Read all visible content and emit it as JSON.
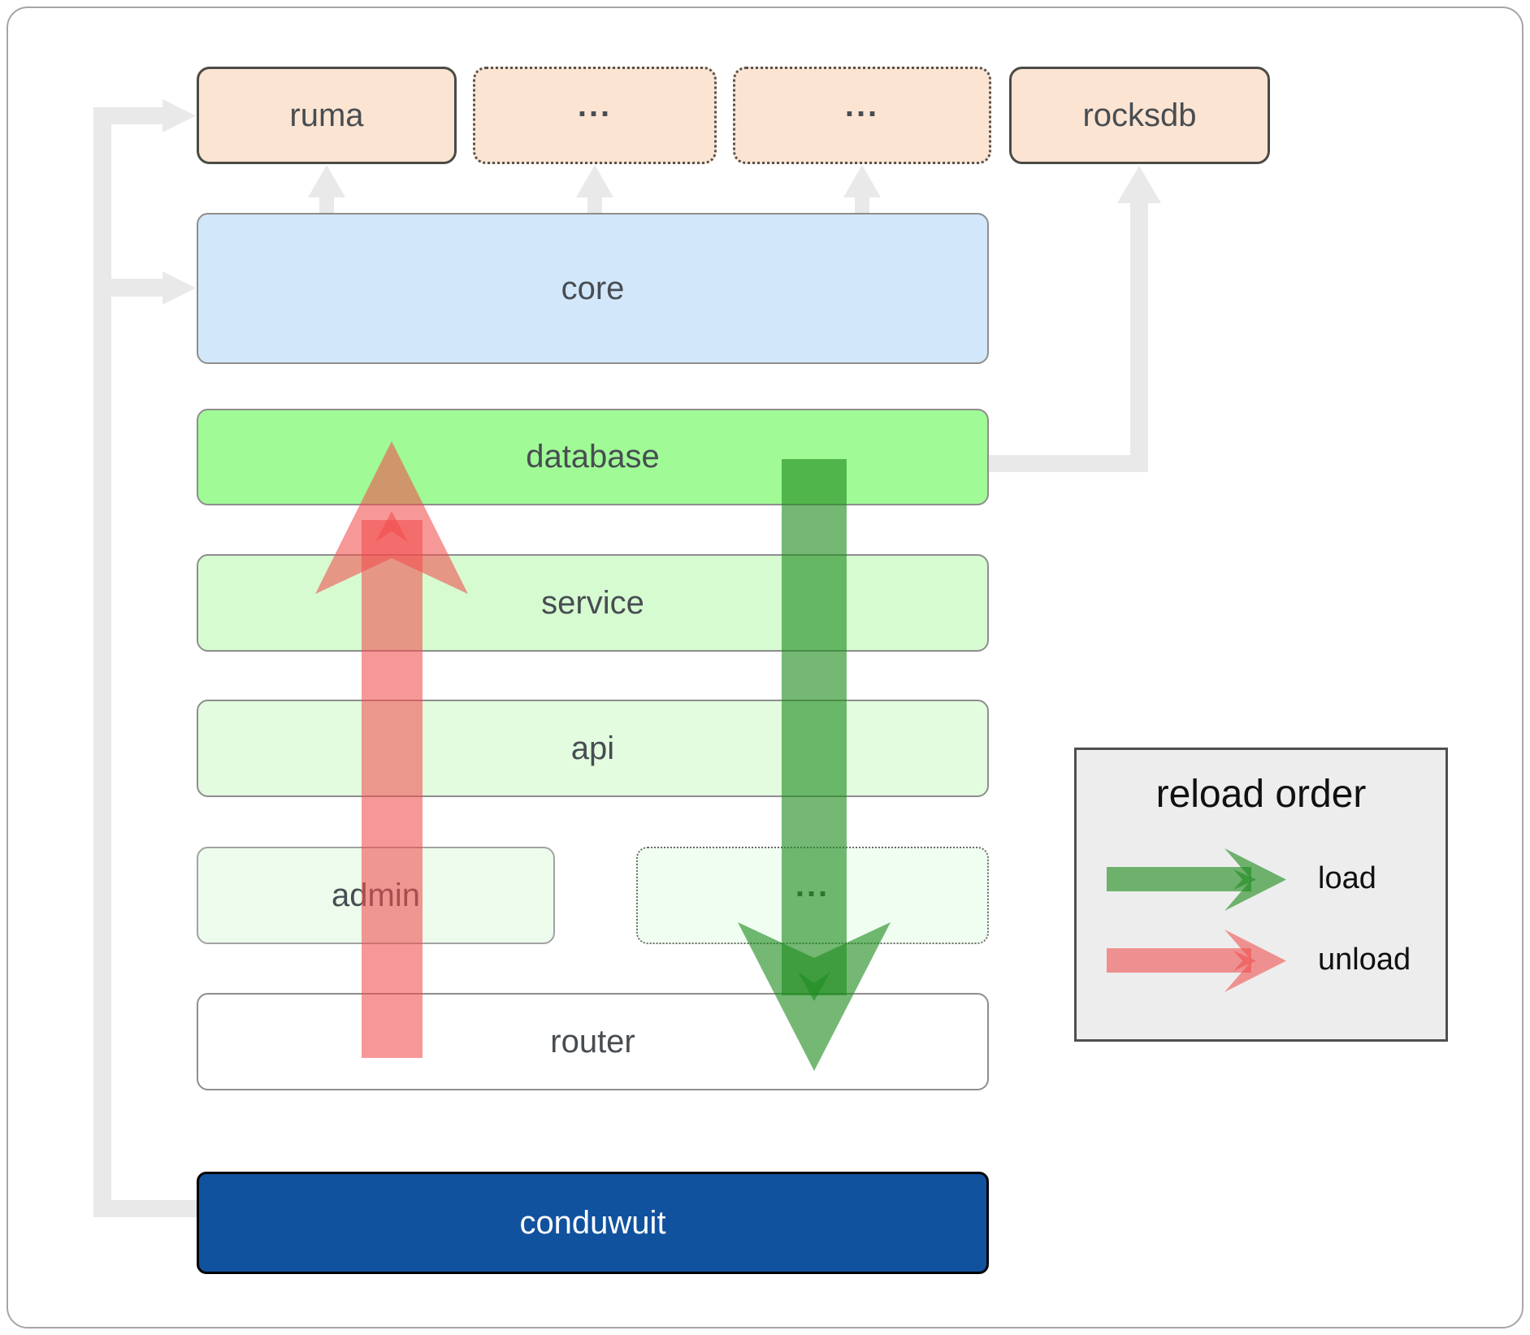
{
  "boxes": {
    "ruma": {
      "label": "ruma"
    },
    "dots_top_1": {
      "label": "..."
    },
    "dots_top_2": {
      "label": "..."
    },
    "rocksdb": {
      "label": "rocksdb"
    },
    "core": {
      "label": "core"
    },
    "database": {
      "label": "database"
    },
    "service": {
      "label": "service"
    },
    "api": {
      "label": "api"
    },
    "admin": {
      "label": "admin"
    },
    "dots_mid": {
      "label": "..."
    },
    "router": {
      "label": "router"
    },
    "conduwuit": {
      "label": "conduwuit"
    }
  },
  "legend": {
    "title": "reload order",
    "items": [
      {
        "label": "load",
        "color": "#1e8c1e"
      },
      {
        "label": "unload",
        "color": "#f24d4d"
      }
    ]
  },
  "colors": {
    "module_peach": "#fce4d2",
    "core_blue": "#d2e7fa",
    "database_green": "#a0fa96",
    "service_green": "#d7fbd1",
    "api_green": "#e3fcdf",
    "admin_green": "#ecfbec",
    "conduwuit_blue": "#11529e",
    "connector_gray": "#e9e9e9",
    "load_arrow_green": "#1e8c1e",
    "unload_arrow_red": "#f24d4d"
  }
}
